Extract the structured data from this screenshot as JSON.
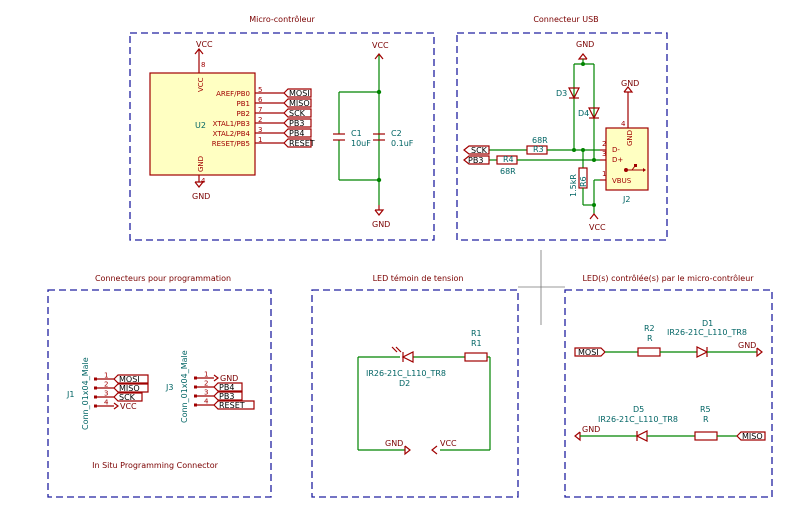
{
  "frames": {
    "micro": {
      "title": "Micro-contrôleur"
    },
    "usb": {
      "title": "Connecteur USB"
    },
    "prog": {
      "title": "Connecteurs pour programmation",
      "footer": "In Situ Programming Connector"
    },
    "led_power": {
      "title": "LED témoin de tension"
    },
    "led_mcu": {
      "title": "LED(s) contrôlée(s) par le micro-contrôleur"
    }
  },
  "micro": {
    "u2_ref": "U2",
    "vcc": "VCC",
    "gnd": "GND",
    "vcc_pin": "8",
    "gnd_pin": "4",
    "vcc_label": "VCC",
    "gnd_label": "GND",
    "pins": [
      {
        "name": "AREF/PB0",
        "num": "5",
        "net": "MOSI"
      },
      {
        "name": "PB1",
        "num": "6",
        "net": "MISO"
      },
      {
        "name": "PB2",
        "num": "7",
        "net": "SCK"
      },
      {
        "name": "XTAL1/PB3",
        "num": "2",
        "net": "PB3"
      },
      {
        "name": "XTAL2/PB4",
        "num": "3",
        "net": "PB4"
      },
      {
        "name": "RESET/PB5",
        "num": "1",
        "net": "RESET"
      }
    ],
    "c1": {
      "ref": "C1",
      "value": "10uF"
    },
    "c2": {
      "ref": "C2",
      "value": "0.1uF"
    },
    "cap_vcc": "VCC",
    "cap_gnd": "GND"
  },
  "usb": {
    "gnd_top": "GND",
    "gnd_right": "GND",
    "vcc": "VCC",
    "d3": "D3",
    "d4": "D4",
    "r3": {
      "ref": "R3",
      "value": "68R"
    },
    "r4": {
      "ref": "R4",
      "value": "68R"
    },
    "r6": {
      "ref": "R6",
      "value": "1.5kR"
    },
    "net_sck": "SCK",
    "net_pb3": "PB3",
    "j2": "J2",
    "pins": [
      {
        "num": "4",
        "name": "GND"
      },
      {
        "num": "2",
        "name": "D-"
      },
      {
        "num": "3",
        "name": "D+"
      },
      {
        "num": "1",
        "name": "VBUS"
      }
    ]
  },
  "prog": {
    "j1": {
      "ref": "J1",
      "value": "Conn_01x04_Male",
      "nets": [
        "MOSI",
        "MISO",
        "SCK",
        "VCC"
      ]
    },
    "j3": {
      "ref": "J3",
      "value": "Conn_01x04_Male",
      "nets": [
        "GND",
        "PB4",
        "PB3",
        "RESET"
      ]
    },
    "pin_nums": [
      "1",
      "2",
      "3",
      "4"
    ]
  },
  "led_power": {
    "r1_ref": "R1",
    "r1_val": "R1",
    "led_val": "IR26-21C_L110_TR8",
    "led_ref": "D2",
    "gnd": "GND",
    "vcc": "VCC"
  },
  "led_mcu": {
    "r2": {
      "ref": "R2",
      "value": "R"
    },
    "d1": {
      "ref": "D1",
      "value": "IR26-21C_L110_TR8"
    },
    "r5": {
      "ref": "R5",
      "value": "R"
    },
    "d5": {
      "ref": "D5",
      "value": "IR26-21C_L110_TR8"
    },
    "mosi": "MOSI",
    "miso": "MISO",
    "gnd1": "GND",
    "gnd2": "GND"
  }
}
